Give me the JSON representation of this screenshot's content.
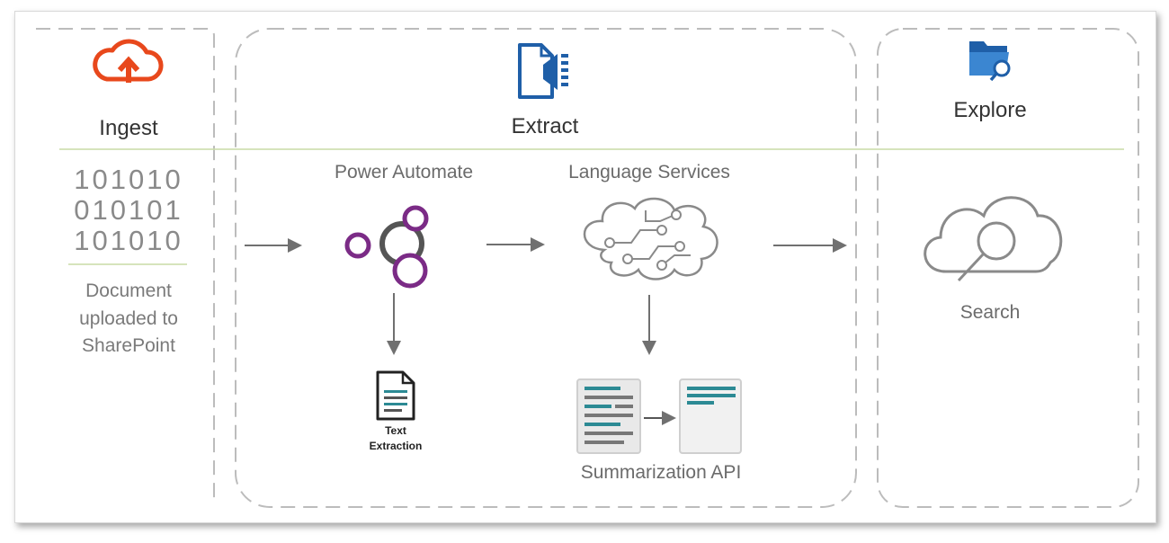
{
  "sections": {
    "ingest": {
      "title": "Ingest",
      "binary": [
        "101010",
        "010101",
        "101010"
      ],
      "caption": [
        "Document",
        "uploaded to",
        "SharePoint"
      ]
    },
    "extract": {
      "title": "Extract",
      "power_automate": "Power Automate",
      "language_services": "Language Services",
      "text_extraction": [
        "Text",
        "Extraction"
      ],
      "summarization": "Summarization API"
    },
    "explore": {
      "title": "Explore",
      "search": "Search"
    }
  },
  "icons": {
    "ingest": "cloud-upload-icon",
    "extract": "document-extract-icon",
    "explore": "folder-search-icon",
    "power_automate": "power-automate-icon",
    "language_services": "brain-circuit-icon",
    "text_extraction": "document-icon",
    "summarization": "summary-documents-icon",
    "search": "cloud-search-icon"
  },
  "colors": {
    "upload_orange": "#e8481c",
    "azure_blue": "#1f5fa8",
    "automate_purple": "#7b2b86",
    "divider_green": "#c9dca6",
    "teal": "#2c8a94"
  }
}
